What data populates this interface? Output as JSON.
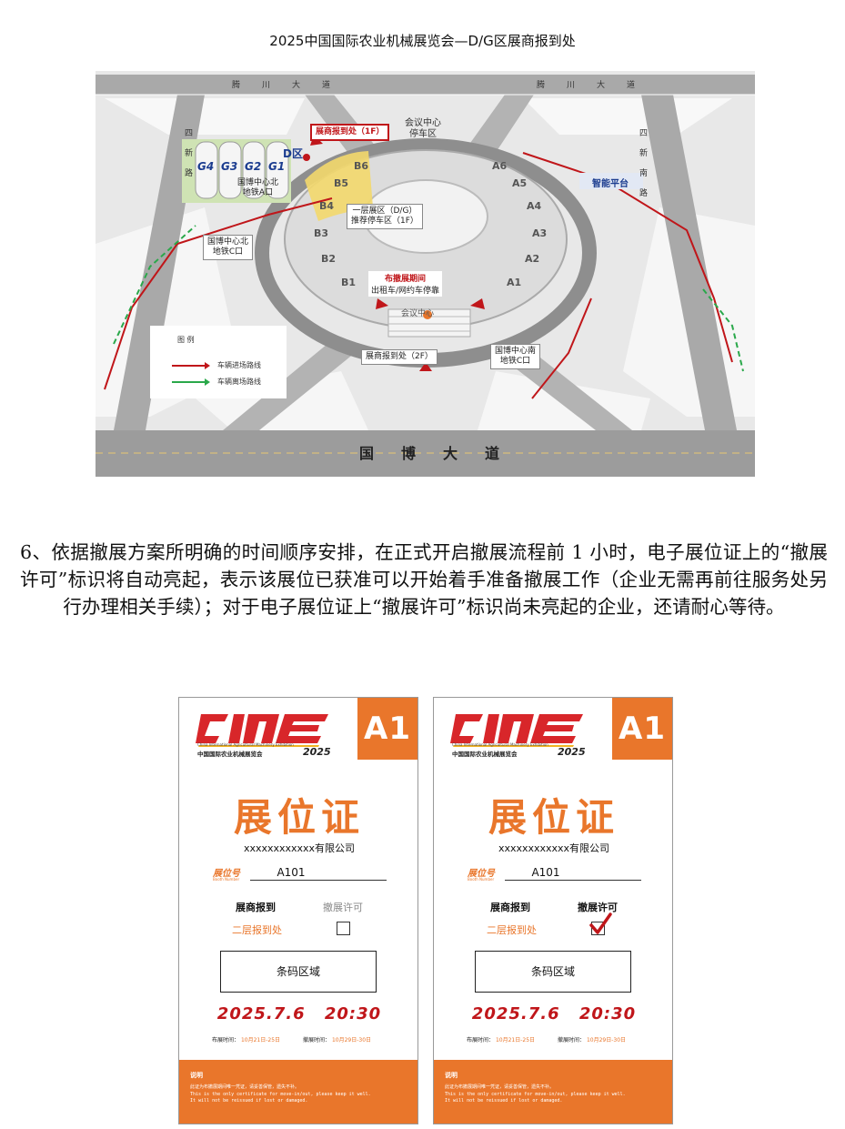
{
  "title": "2025中国国际农业机械展览会—D/G区展商报到处",
  "map": {
    "roads": {
      "top_left": "腾川大道",
      "top_right": "腾川大道",
      "left": "四新路",
      "right": "四新南路",
      "bottom": "国博大道"
    },
    "labels": {
      "checkin_1f": "展商报到处（1F）",
      "parking_center": "会议中心\n停车区",
      "zone_d": "D区",
      "station_a": "国博中心北\n地铁A口",
      "station_c_north": "国博中心北\n地铁C口",
      "exhibit_zone": "一层展区（D/G）\n推荐停车区（1F）",
      "taxi_title": "布撤展期间",
      "taxi_sub": "出租车/网约车停靠",
      "checkin_2f": "展商报到处（2F）",
      "station_c_south": "国博中心南\n地铁C口",
      "platform": "智能平台",
      "center_label": "会议中心"
    },
    "halls_g": [
      "G4",
      "G3",
      "G2",
      "G1"
    ],
    "halls_b": [
      "B6",
      "B5",
      "B4",
      "B3",
      "B2",
      "B1"
    ],
    "halls_a": [
      "A6",
      "A5",
      "A4",
      "A3",
      "A2",
      "A1"
    ],
    "legend": {
      "title": "图  例",
      "enter": "车辆进场路线",
      "exit": "车辆离场路线",
      "enter_color": "#c0161a",
      "exit_color": "#2aa84a"
    }
  },
  "paragraph": "6、依据撤展方案所明确的时间顺序安排，在正式开启撤展流程前 1 小时，电子展位证上的“撤展许可”标识将自动亮起，表示该展位已获准可以开始着手准备撤展工作（企业无需再前往服务处另行办理相关手续）；对于电子展位证上“撤展许可”标识尚未亮起的企业，还请耐心等待。",
  "badges": [
    {
      "zone": "A1",
      "logo_year": "2025",
      "logo_cn": "中国国际农业机械展览会",
      "logo_en": "China International Agricultural Machinery Exhibition",
      "title": "展位证",
      "company": "xxxxxxxxxxxx有限公司",
      "booth_label": "展位号",
      "booth_sub": "Booth Number",
      "booth_no": "A101",
      "status_left": "展商报到",
      "status_right": "撤展许可",
      "status_left2": "二层报到处",
      "permit": false,
      "barcode": "条码区域",
      "date": "2025.7.6 20:30",
      "setup_label": "布展时间：",
      "setup_value": "10月21日-25日",
      "dismantle_label": "撤展时间：",
      "dismantle_value": "10月29日-30日",
      "note_title": "说明",
      "note_cn": "此证为布撤展期间唯一凭证，请妥善保管，遗失不补。",
      "note_en1": "This is the only certificate for move-in/out, please keep it well.",
      "note_en2": "It will not be reissued if lost or damaged."
    },
    {
      "zone": "A1",
      "logo_year": "2025",
      "logo_cn": "中国国际农业机械展览会",
      "logo_en": "China International Agricultural Machinery Exhibition",
      "title": "展位证",
      "company": "xxxxxxxxxxxx有限公司",
      "booth_label": "展位号",
      "booth_sub": "Booth Number",
      "booth_no": "A101",
      "status_left": "展商报到",
      "status_right": "撤展许可",
      "status_left2": "二层报到处",
      "permit": true,
      "barcode": "条码区域",
      "date": "2025.7.6 20:30",
      "setup_label": "布展时间：",
      "setup_value": "10月21日-25日",
      "dismantle_label": "撤展时间：",
      "dismantle_value": "10月29日-30日",
      "note_title": "说明",
      "note_cn": "此证为布撤展期间唯一凭证，请妥善保管，遗失不补。",
      "note_en1": "This is the only certificate for move-in/out, please keep it well.",
      "note_en2": "It will not be reissued if lost or damaged."
    }
  ],
  "colors": {
    "orange": "#e9762b",
    "red": "#c0161a",
    "green": "#2aa84a"
  }
}
